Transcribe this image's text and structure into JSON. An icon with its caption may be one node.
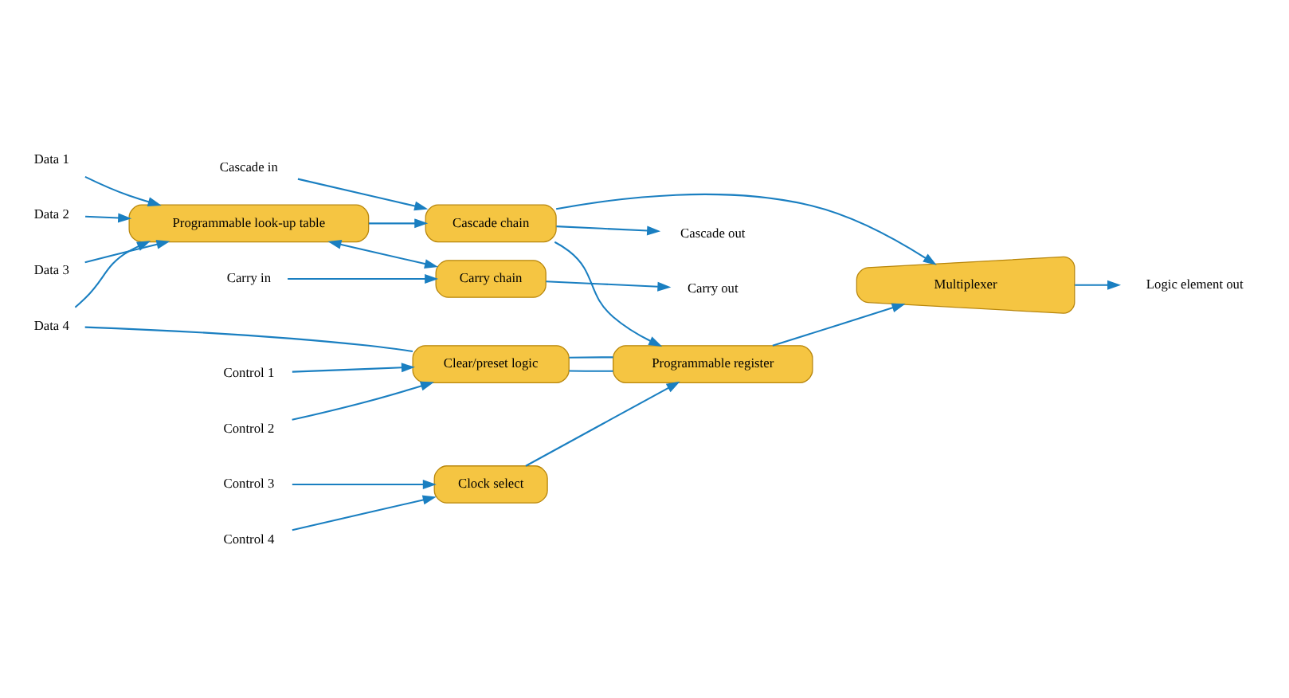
{
  "diagram": {
    "nodes": [
      {
        "text": [
          "Cascade in"
        ]
      },
      {
        "text": [
          "Data 1"
        ]
      },
      {
        "text": [
          "Data 2"
        ]
      },
      {
        "text": [
          "Data 3"
        ]
      },
      {
        "text": [
          "Data 4"
        ]
      },
      {
        "text": [
          "Carry in"
        ]
      },
      {
        "text": [
          "Control 1"
        ]
      },
      {
        "text": [
          "Control 2"
        ]
      },
      {
        "text": [
          "Control 3"
        ]
      },
      {
        "text": [
          "Control 4"
        ]
      },
      {
        "text": [
          "Programmable look-up table"
        ]
      },
      {
        "text": [
          "Cascade chain"
        ]
      },
      {
        "text": [
          "Carry chain"
        ]
      },
      {
        "text": [
          "Clear/preset logic"
        ]
      },
      {
        "text": [
          "Clock select"
        ]
      },
      {
        "text": [
          "Programmable register"
        ]
      },
      {
        "text": [
          "Multiplexer"
        ]
      },
      {
        "text": [
          "Cascade out"
        ]
      },
      {
        "text": [
          "Logic element out"
        ]
      },
      {
        "text": [
          "Carry out"
        ]
      }
    ],
    "edges": [
      {
        "from": 0,
        "to": 11,
        "arrow": "to"
      },
      {
        "from": 1,
        "to": 10,
        "arrow": "to"
      },
      {
        "from": 2,
        "to": 10,
        "arrow": "to"
      },
      {
        "from": 3,
        "to": 10,
        "arrow": "to"
      },
      {
        "from": 4,
        "to": 10,
        "arrow": "to"
      },
      {
        "from": 4,
        "to": 13,
        "arrow": "none"
      },
      {
        "from": 10,
        "to": 11,
        "arrow": "to"
      },
      {
        "from": 10,
        "to": 12,
        "arrow": "both"
      },
      {
        "from": 5,
        "to": 12,
        "arrow": "to"
      },
      {
        "from": 6,
        "to": 13,
        "arrow": "to"
      },
      {
        "from": 7,
        "to": 13,
        "arrow": "to"
      },
      {
        "from": 8,
        "to": 14,
        "arrow": "to"
      },
      {
        "from": 9,
        "to": 14,
        "arrow": "to"
      },
      {
        "from": 11,
        "to": 15,
        "arrow": "to"
      },
      {
        "from": 11,
        "to": 17,
        "arrow": "to"
      },
      {
        "from": 11,
        "to": 16,
        "arrow": "to"
      },
      {
        "from": 13,
        "to": 15,
        "arrow": "none"
      },
      {
        "from": 13,
        "to": 15,
        "arrow": "none"
      },
      {
        "from": 14,
        "to": 15,
        "arrow": "to"
      },
      {
        "from": 15,
        "to": 16,
        "arrow": "to"
      },
      {
        "from": 16,
        "to": 18,
        "arrow": "to"
      },
      {
        "from": 12,
        "to": 19,
        "arrow": "to"
      }
    ]
  }
}
